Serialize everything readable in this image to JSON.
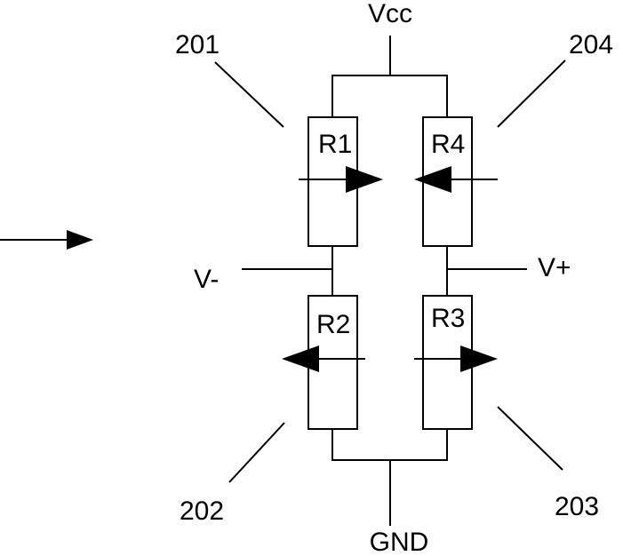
{
  "labels": {
    "vcc": "Vcc",
    "gnd": "GND",
    "v_minus": "V-",
    "v_plus": "V+",
    "r1": "R1",
    "r2": "R2",
    "r3": "R3",
    "r4": "R4",
    "ref_201": "201",
    "ref_202": "202",
    "ref_203": "203",
    "ref_204": "204"
  }
}
